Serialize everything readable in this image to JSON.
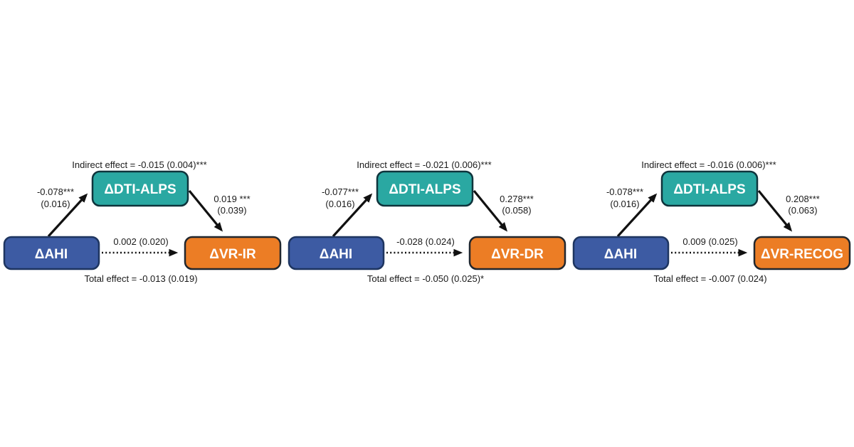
{
  "colors": {
    "predictor_fill": "#3d5ba3",
    "predictor_border": "#1e3560",
    "mediator_fill": "#2aa8a2",
    "mediator_border": "#0f343c",
    "outcome_fill": "#ec7d25",
    "outcome_border": "#21272e",
    "arrow": "#111111",
    "label_text": "#1a1a1a",
    "box_text": "#ffffff"
  },
  "panels": [
    {
      "indirect": "Indirect effect = -0.015 (0.004)***",
      "predictor": "ΔAHI",
      "mediator": "ΔDTI-ALPS",
      "outcome": "ΔVR-IR",
      "path_a": [
        "-0.078***",
        "(0.016)"
      ],
      "path_b": [
        "0.019 ***",
        "(0.039)"
      ],
      "direct": "0.002 (0.020)",
      "total": "Total effect = -0.013 (0.019)"
    },
    {
      "indirect": "Indirect effect = -0.021 (0.006)***",
      "predictor": "ΔAHI",
      "mediator": "ΔDTI-ALPS",
      "outcome": "ΔVR-DR",
      "path_a": [
        "-0.077***",
        "(0.016)"
      ],
      "path_b": [
        "0.278***",
        "(0.058)"
      ],
      "direct": "-0.028 (0.024)",
      "total": "Total effect = -0.050 (0.025)*"
    },
    {
      "indirect": "Indirect effect = -0.016 (0.006)***",
      "predictor": "ΔAHI",
      "mediator": "ΔDTI-ALPS",
      "outcome": "ΔVR-RECOG",
      "path_a": [
        "-0.078***",
        "(0.016)"
      ],
      "path_b": [
        "0.208***",
        "(0.063)"
      ],
      "direct": "0.009 (0.025)",
      "total": "Total effect = -0.007 (0.024)"
    }
  ]
}
